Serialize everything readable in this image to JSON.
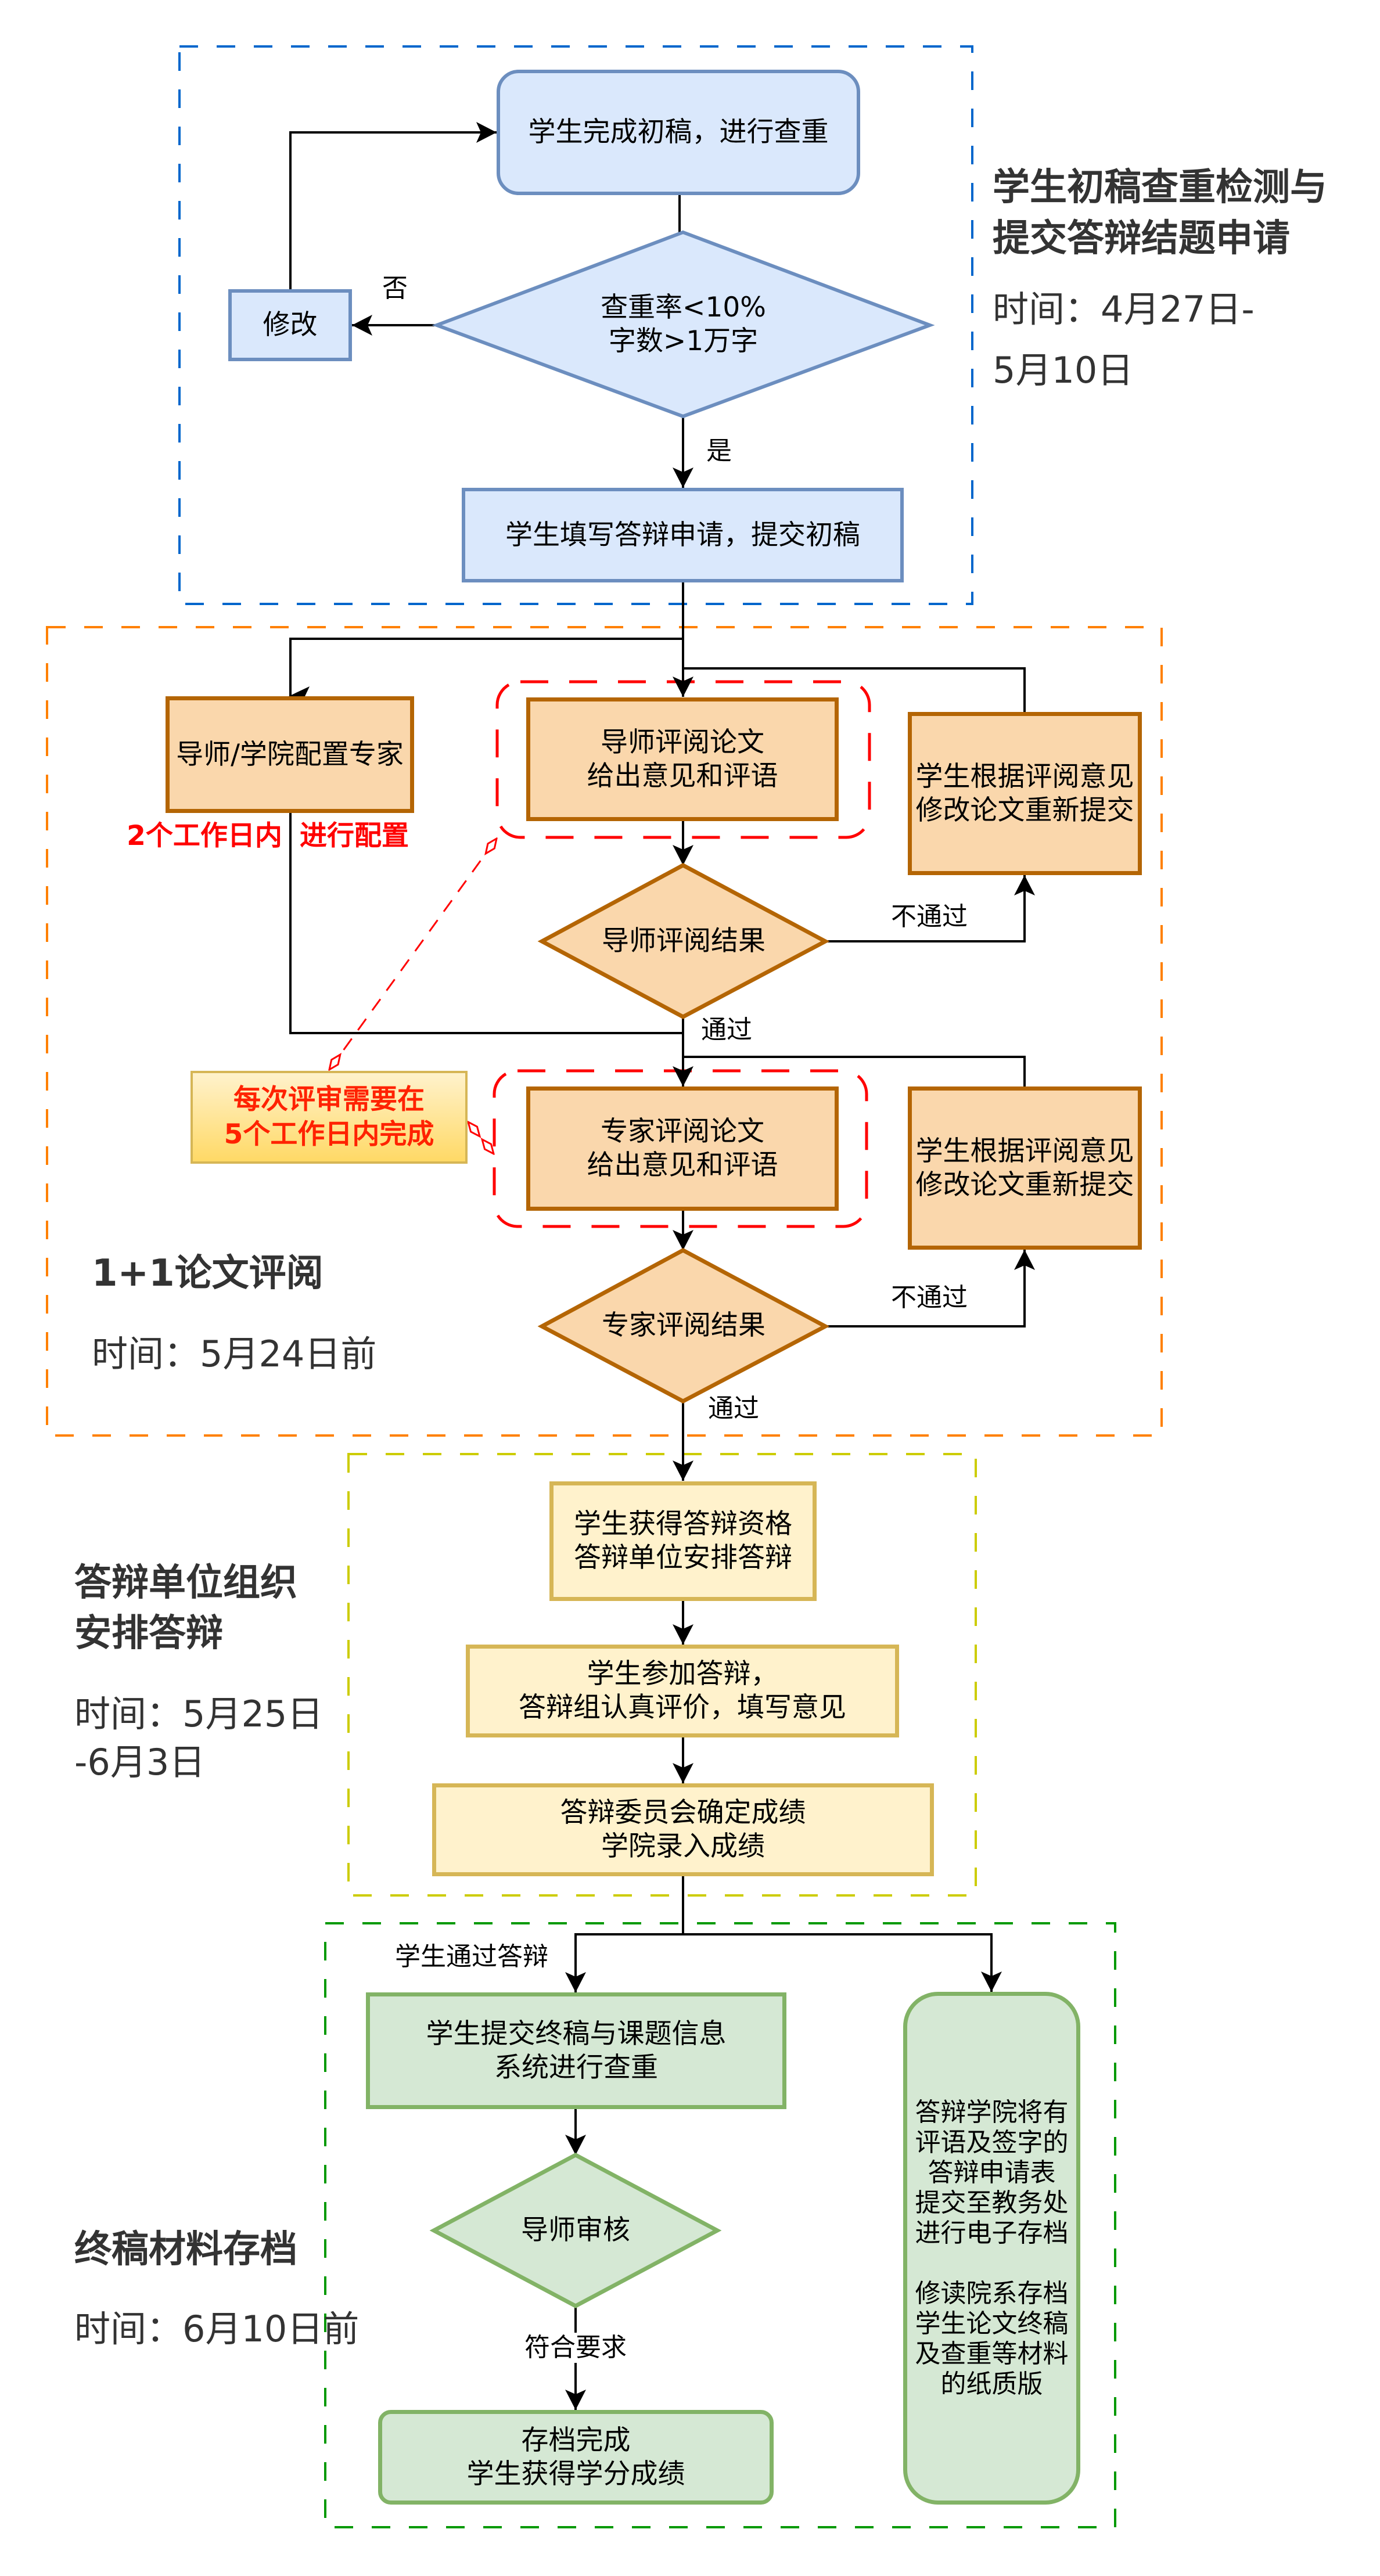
{
  "colors": {
    "blue_group": "#0066cc",
    "orange_group": "#ff8000",
    "yellow_group": "#cccc00",
    "green_group": "#009900",
    "highlight": "#ff0000",
    "blue_fill": "#dae8fc",
    "blue_stroke": "#6c8ebf",
    "orange_fill": "#fad7ac",
    "orange_stroke": "#b46504",
    "yellow_fill": "#fff2cc",
    "yellow_stroke": "#d6b656",
    "green_fill": "#d5e8d4",
    "green_stroke": "#82b366",
    "note_gradient_top": "#fff2cc",
    "note_gradient_bottom": "#ffd966",
    "note_text": "#ff2200",
    "heading_text": "#333333"
  },
  "sections": {
    "initial_check": {
      "title_line1": "学生初稿查重检测与",
      "title_line2": "提交答辩结题申请",
      "time_line1": "时间：4月27日-",
      "time_line2": "5月10日"
    },
    "review": {
      "title": "1+1论文评阅",
      "time": "时间：5月24日前"
    },
    "defense": {
      "title_line1": "答辩单位组织",
      "title_line2": "安排答辩",
      "time_line1": "时间：5月25日",
      "time_line2": "-6月3日"
    },
    "archive": {
      "title": "终稿材料存档",
      "time": "时间：6月10日前"
    }
  },
  "nodes": {
    "complete_draft": "学生完成初稿，进行查重",
    "check_condition": "查重率<10%\n字数>1万字",
    "revise": "修改",
    "submit_application": "学生填写答辩申请，提交初稿",
    "assign_expert": "导师/学院配置专家",
    "tutor_review": "导师评阅论文\n给出意见和评语",
    "tutor_result": "导师评阅结果",
    "revise_resubmit_1": "学生根据评阅意见\n修改论文重新提交",
    "expert_review": "专家评阅论文\n给出意见和评语",
    "expert_result": "专家评阅结果",
    "revise_resubmit_2": "学生根据评阅意见\n修改论文重新提交",
    "defense_qualified": "学生获得答辩资格\n答辩单位安排答辩",
    "attend_defense": "学生参加答辩，\n答辩组认真评价，填写意见",
    "committee_grade": "答辩委员会确定成绩\n学院录入成绩",
    "submit_final": "学生提交终稿与课题信息\n系统进行查重",
    "tutor_audit": "导师审核",
    "archive_complete": "存档完成\n学生获得学分成绩",
    "archive_materials": "答辩学院将有\n评语及签字的\n答辩申请表\n提交至教务处\n进行电子存档\n\n修读院系存档\n学生论文终稿\n及查重等材料\n的纸质版"
  },
  "edge_labels": {
    "no": "否",
    "yes": "是",
    "tutor_fail": "不通过",
    "tutor_pass": "通过",
    "expert_fail": "不通过",
    "expert_pass": "通过",
    "passed_defense": "学生通过答辩",
    "meets_requirements": "符合要求"
  },
  "annotations": {
    "assign_deadline_left": "2个工作日内",
    "assign_deadline_right": "进行配置",
    "review_deadline": "每次评审需要在\n5个工作日内完成"
  }
}
